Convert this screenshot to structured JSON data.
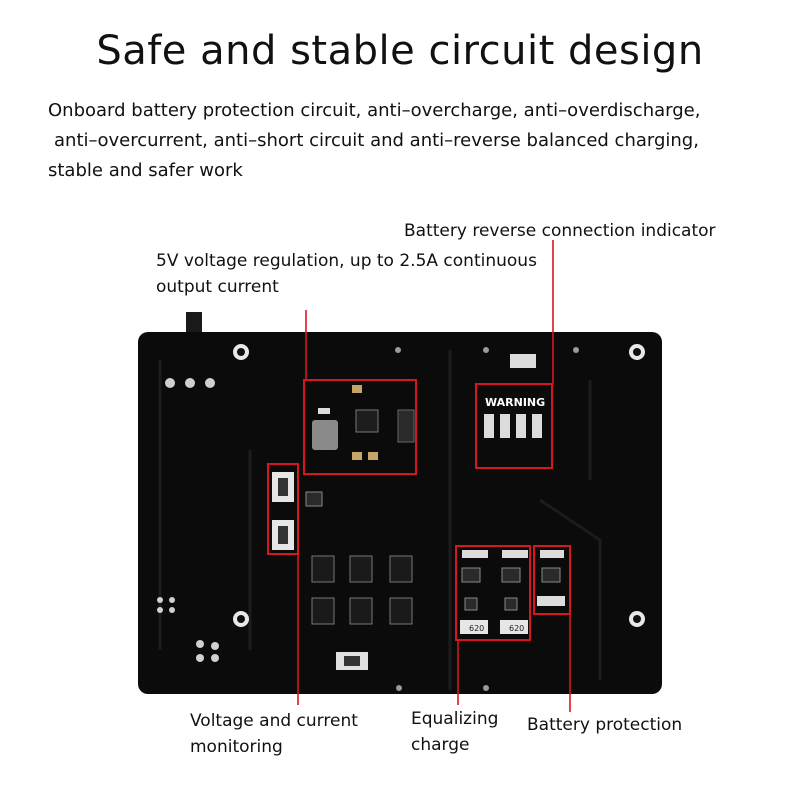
{
  "heading": {
    "title": "Safe and stable circuit design",
    "description_lines": [
      "Onboard battery protection circuit, anti–overcharge, anti–overdischarge,",
      "anti–overcurrent, anti–short circuit and anti–reverse balanced charging,",
      "stable and safer work"
    ]
  },
  "callouts": {
    "reverse_indicator": "Battery reverse connection indicator",
    "voltage_regulation": [
      "5V voltage regulation, up to 2.5A continuous",
      "output current"
    ],
    "monitoring": [
      "Voltage and current",
      "monitoring"
    ],
    "equalizing": [
      "Equalizing",
      "charge"
    ],
    "protection": "Battery protection"
  },
  "board": {
    "warning_text": "WARNING",
    "chip_codes": [
      "620",
      "620"
    ]
  },
  "colors": {
    "highlight": "#d8161f",
    "board": "#0b0b0b",
    "text": "#111111"
  }
}
